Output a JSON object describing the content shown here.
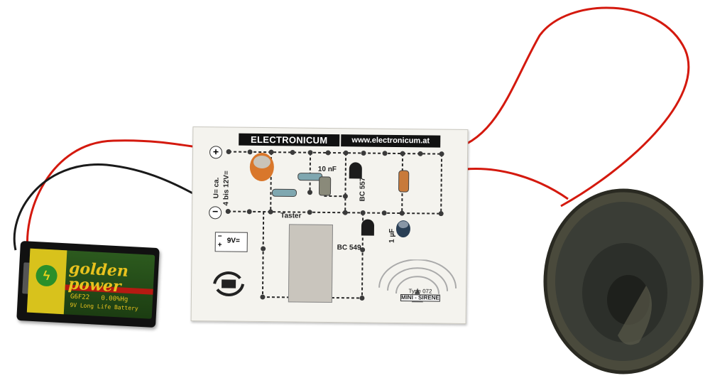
{
  "board": {
    "brand": "ELECTRONICUM",
    "url": "www.electronicum.at",
    "voltage_label": "U= ca.",
    "voltage_range": "4 bis 12V=",
    "cap_10nf": "10 nF",
    "cap_1uf": "1 µF",
    "transistor_pnp": "BC 557",
    "transistor_npn": "BC 549",
    "taster": "Taster",
    "plus": "+",
    "minus": "−",
    "battery_icon_plus": "+",
    "battery_icon_minus": "−",
    "battery_icon_volt": "9V=",
    "type_number": "Type 072",
    "type_name": "MINI - SIRENE"
  },
  "battery": {
    "brand_line1": "golden",
    "brand_line2": "power",
    "code": "G6F22",
    "mercury": "0.00%Hg",
    "description": "9V Long Life Battery"
  },
  "colors": {
    "wire_red": "#d4190e",
    "wire_black": "#1a1a1a",
    "board": "#f4f3ee",
    "battery_green": "#2c5a1e",
    "battery_yellow": "#d8c21c"
  }
}
